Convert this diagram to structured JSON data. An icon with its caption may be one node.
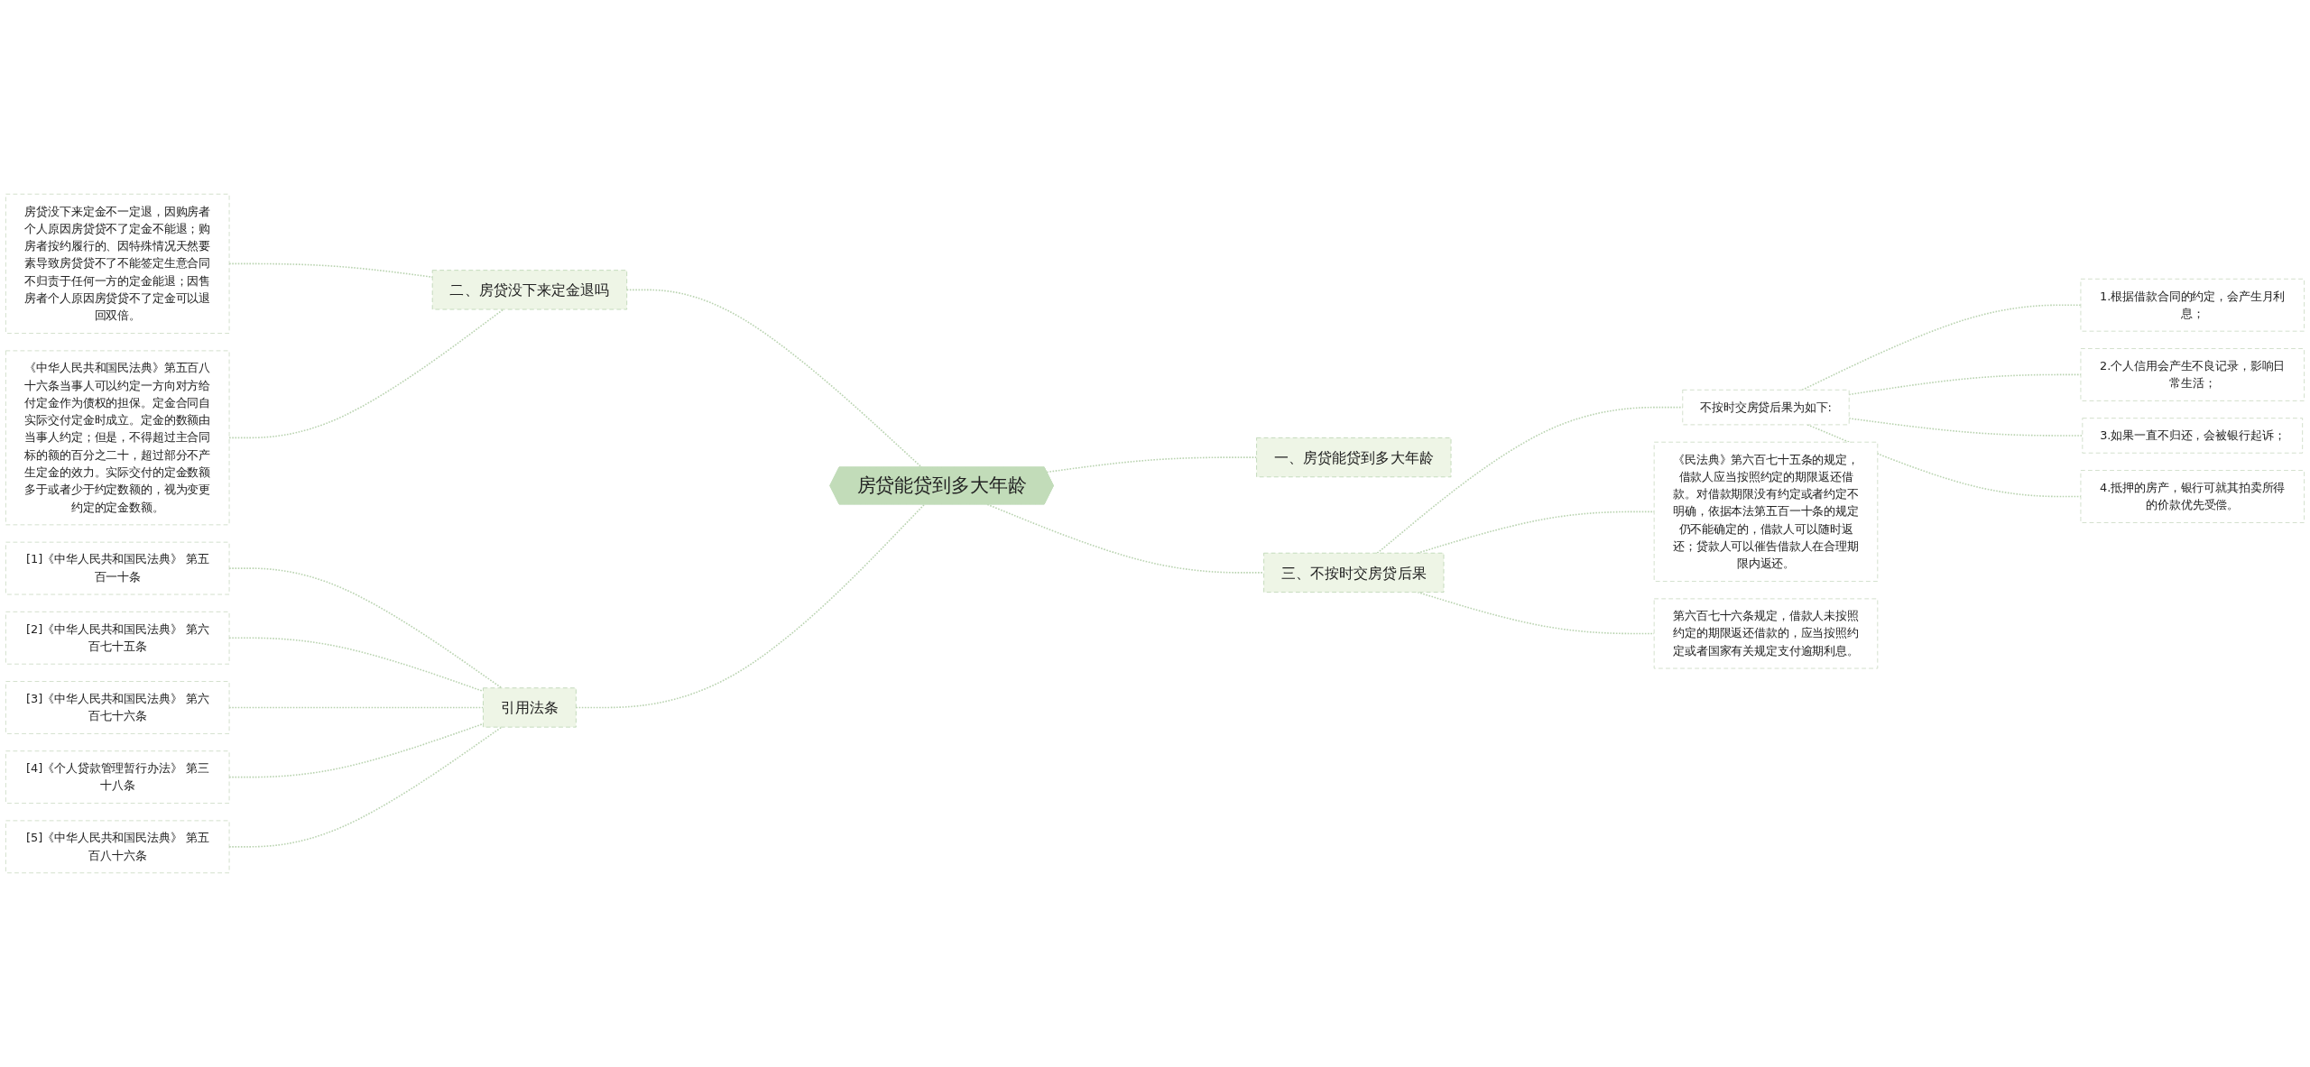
{
  "diagram": {
    "nodes": [
      {
        "text": [
          "房贷能贷到多大年龄"
        ]
      },
      {
        "text": [
          "一、房贷能贷到多大年龄"
        ]
      },
      {
        "text": [
          "三、不按时交房贷后果"
        ]
      },
      {
        "text": [
          "不按时交房贷后果为如下:"
        ]
      },
      {
        "text": [
          "1.根据借款合同的约定，会产生月利息；"
        ]
      },
      {
        "text": [
          "2.个人信用会产生不良记录，影响日常生活；"
        ]
      },
      {
        "text": [
          "3.如果一直不归还，会被银行起诉；"
        ]
      },
      {
        "text": [
          "4.抵押的房产，银行可就其拍卖所得的价款优先受偿。"
        ]
      },
      {
        "text": [
          "《民法典》第六百七十五条的规定，借款人应当按照约定的期限返还借款。对借款期限没有约定或者约定不明确，依据本法第五百一十条的规定仍不能确定的，借款人可以随时返还；贷款人可以催告借款人在合理期限内返还。"
        ]
      },
      {
        "text": [
          "第六百七十六条规定，借款人未按照约定的期限返还借款的，应当按照约定或者国家有关规定支付逾期利息。"
        ]
      },
      {
        "text": [
          "二、房贷没下来定金退吗"
        ]
      },
      {
        "text": [
          "房贷没下来定金不一定退，因购房者个人原因房贷贷不了定金不能退；购房者按约履行的、因特殊情况天然要素导致房贷贷不了不能签定生意合同不归责于任何一方的定金能退；因售房者个人原因房贷贷不了定金可以退回双倍。"
        ]
      },
      {
        "text": [
          "《中华人民共和国民法典》第五百八十六条当事人可以约定一方向对方给付定金作为债权的担保。定金合同自实际交付定金时成立。定金的数额由当事人约定；但是，不得超过主合同标的额的百分之二十，超过部分不产生定金的效力。实际交付的定金数额多于或者少于约定数额的，视为变更约定的定金数额。"
        ]
      },
      {
        "text": [
          "引用法条"
        ]
      },
      {
        "text": [
          "[1]《中华人民共和国民法典》 第五百一十条"
        ]
      },
      {
        "text": [
          "[2]《中华人民共和国民法典》 第六百七十五条"
        ]
      },
      {
        "text": [
          "[3]《中华人民共和国民法典》 第六百七十六条"
        ]
      },
      {
        "text": [
          "[4]《个人贷款管理暂行办法》 第三十八条"
        ]
      },
      {
        "text": [
          "[5]《中华人民共和国民法典》 第五百八十六条"
        ]
      }
    ],
    "edges": [
      {
        "from": 0,
        "to": 1,
        "arrow": "none",
        "style": "dashed"
      },
      {
        "from": 0,
        "to": 2,
        "arrow": "none",
        "style": "dashed"
      },
      {
        "from": 2,
        "to": 3,
        "arrow": "none",
        "style": "dashed"
      },
      {
        "from": 3,
        "to": 4,
        "arrow": "none",
        "style": "dashed"
      },
      {
        "from": 3,
        "to": 5,
        "arrow": "none",
        "style": "dashed"
      },
      {
        "from": 3,
        "to": 6,
        "arrow": "none",
        "style": "dashed"
      },
      {
        "from": 3,
        "to": 7,
        "arrow": "none",
        "style": "dashed"
      },
      {
        "from": 2,
        "to": 8,
        "arrow": "none",
        "style": "dashed"
      },
      {
        "from": 2,
        "to": 9,
        "arrow": "none",
        "style": "dashed"
      },
      {
        "from": 10,
        "to": 0,
        "arrow": "none",
        "style": "dashed"
      },
      {
        "from": 11,
        "to": 10,
        "arrow": "none",
        "style": "dashed"
      },
      {
        "from": 12,
        "to": 10,
        "arrow": "none",
        "style": "dashed"
      },
      {
        "from": 13,
        "to": 0,
        "arrow": "none",
        "style": "dashed"
      },
      {
        "from": 14,
        "to": 13,
        "arrow": "none",
        "style": "dashed"
      },
      {
        "from": 15,
        "to": 13,
        "arrow": "none",
        "style": "dashed"
      },
      {
        "from": 16,
        "to": 13,
        "arrow": "none",
        "style": "dashed"
      },
      {
        "from": 17,
        "to": 13,
        "arrow": "none",
        "style": "dashed"
      },
      {
        "from": 18,
        "to": 13,
        "arrow": "none",
        "style": "dashed"
      }
    ]
  }
}
